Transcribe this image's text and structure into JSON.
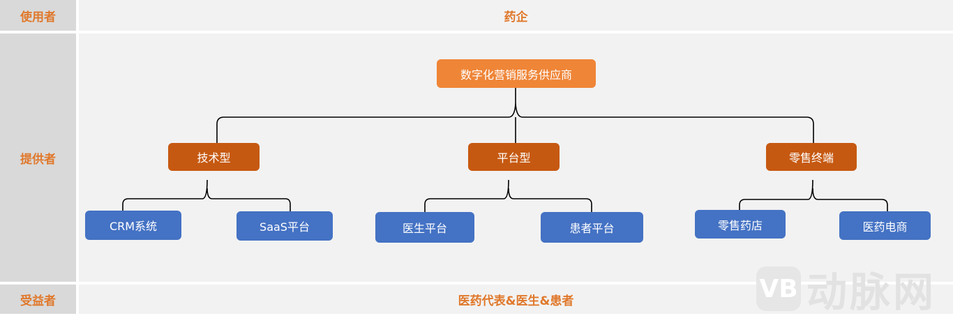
{
  "rows": {
    "user_label": "使用者",
    "user_value": "药企",
    "provider_label": "提供者",
    "beneficiary_label": "受益者",
    "beneficiary_value": "医药代表&医生&患者"
  },
  "diagram": {
    "root": "数字化营销服务供应商",
    "categories": [
      {
        "label": "技术型",
        "children": [
          "CRM系统",
          "SaaS平台"
        ]
      },
      {
        "label": "平台型",
        "children": [
          "医生平台",
          "患者平台"
        ]
      },
      {
        "label": "零售终端",
        "children": [
          "零售药店",
          "医药电商"
        ]
      }
    ]
  },
  "watermark": {
    "text": "动脉网",
    "logo_icon": "vb-logo-icon"
  },
  "colors": {
    "accent": "#e0782b",
    "root_box": "#ef8537",
    "category_box": "#c65911",
    "leaf_box": "#4472c4",
    "label_bg": "#d9d9d9",
    "band_bg": "#f2f2f2"
  }
}
